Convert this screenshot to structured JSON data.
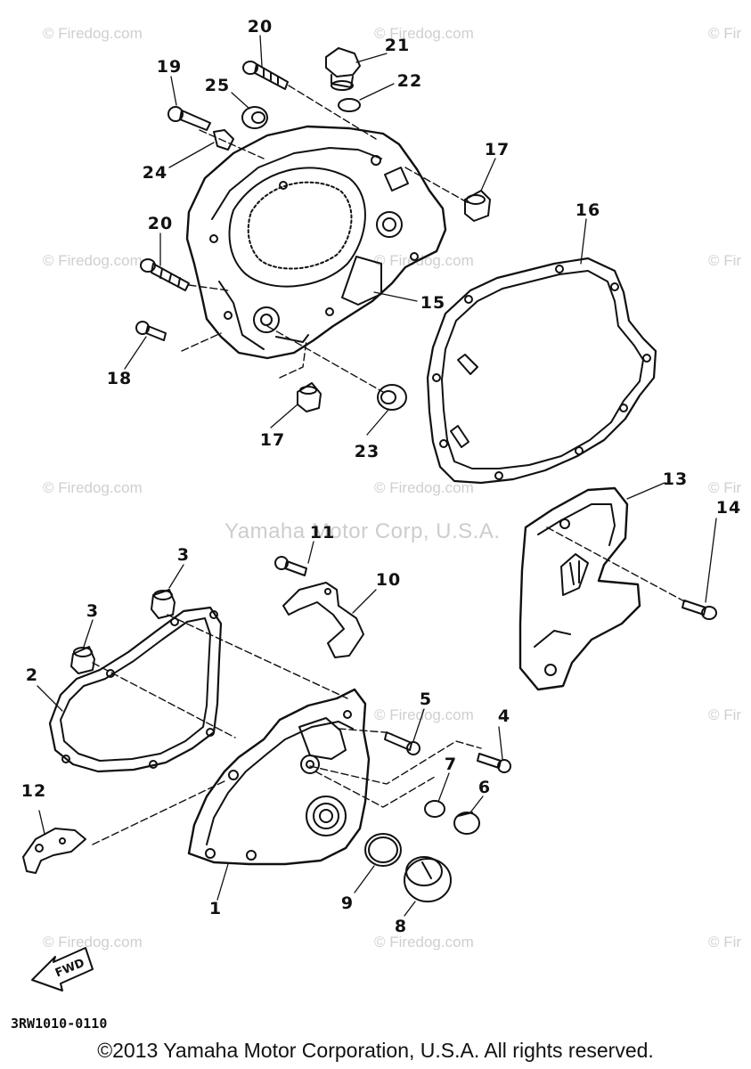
{
  "diagram": {
    "callouts": [
      "20",
      "21",
      "22",
      "19",
      "25",
      "24",
      "17",
      "16",
      "20",
      "15",
      "18",
      "17",
      "23",
      "11",
      "13",
      "14",
      "3",
      "10",
      "3",
      "2",
      "5",
      "4",
      "7",
      "6",
      "12",
      "9",
      "1",
      "8"
    ],
    "watermarks": [
      "© Firedog.com",
      "© Firedog.com",
      "© Fir",
      "© Firedog.com",
      "© Firedog.com",
      "© Fir",
      "© Firedog.com",
      "© Firedog.com",
      "© Fir",
      "© Firedog.com",
      "© Fir",
      "© Firedog.com",
      "© Firedog.com",
      "© Fir"
    ],
    "center_watermark": "Yamaha Motor Corp, U.S.A.",
    "fwd_label": "FWD",
    "diagram_code": "3RW1010-0110",
    "copyright": "©2013 Yamaha Motor Corporation, U.S.A. All rights reserved."
  }
}
